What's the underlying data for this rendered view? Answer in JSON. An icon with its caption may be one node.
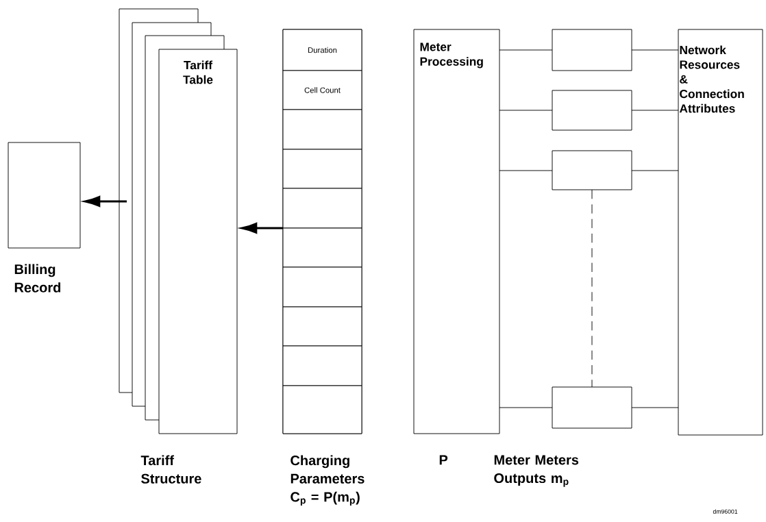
{
  "diagram": {
    "nodes": [
      {
        "text": [
          "Billing Record"
        ]
      },
      {
        "text": [],
        "shape": "box"
      },
      {
        "text": [],
        "shape": "box"
      },
      {
        "text": [],
        "shape": "box"
      },
      {
        "text": [
          "Tariff Table"
        ],
        "beside": [
          "Tariff Structure"
        ]
      },
      {
        "text": [],
        "shape": "box",
        "beside": [
          "Charging Parameters C$_{p}$ = P(m$_{p}$)"
        ]
      },
      {
        "text": [
          "Duration"
        ],
        "in": 5
      },
      {
        "text": [
          "Cell Count"
        ],
        "in": 5
      },
      {
        "text": [],
        "shape": "box",
        "in": 5
      },
      {
        "text": [],
        "shape": "box",
        "in": 5
      },
      {
        "text": [],
        "shape": "box",
        "in": 5
      },
      {
        "text": [],
        "shape": "box",
        "in": 5
      },
      {
        "text": [],
        "shape": "box",
        "in": 5
      },
      {
        "text": [],
        "shape": "box",
        "in": 5
      },
      {
        "text": [],
        "shape": "box",
        "in": 5
      },
      {
        "text": [],
        "shape": "box",
        "in": 5
      },
      {
        "text": [
          "Meter Processing"
        ],
        "beside": [
          "P"
        ]
      },
      {
        "text": [],
        "shape": "box"
      },
      {
        "text": [],
        "shape": "box"
      },
      {
        "text": [],
        "shape": "box"
      },
      {
        "text": [],
        "shape": "box"
      },
      {
        "text": [
          "Network Resources & Connection Attributes"
        ]
      }
    ],
    "edges": [
      {
        "from": 1,
        "to": 0,
        "arrow": "to",
        "style": "thick"
      },
      {
        "from": 5,
        "to": 4,
        "arrow": "to",
        "style": "thick"
      },
      {
        "from": 16,
        "to": 17,
        "arrow": "none"
      },
      {
        "from": 17,
        "to": 21,
        "arrow": "none"
      },
      {
        "from": 16,
        "to": 18,
        "arrow": "none"
      },
      {
        "from": 18,
        "to": 21,
        "arrow": "none"
      },
      {
        "from": 16,
        "to": 19,
        "arrow": "none"
      },
      {
        "from": 19,
        "to": 21,
        "arrow": "none"
      },
      {
        "from": 16,
        "to": 20,
        "arrow": "none"
      },
      {
        "from": 20,
        "to": 21,
        "arrow": "none"
      },
      {
        "from": 19,
        "to": 20,
        "arrow": "none",
        "style": "dashed"
      }
    ],
    "labels": [
      "Meter Meters Outputs m$_{p}$",
      "dm96001"
    ]
  }
}
